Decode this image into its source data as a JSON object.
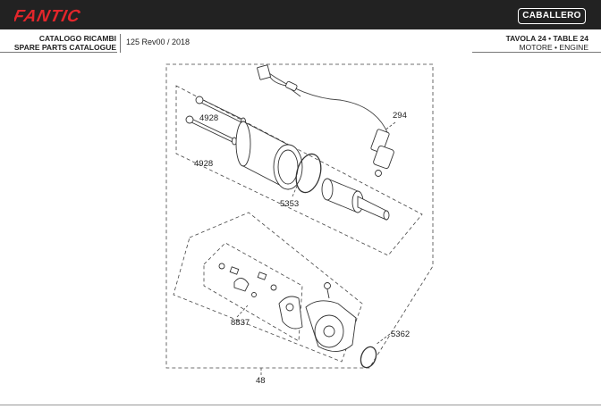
{
  "header": {
    "brand": "FANTIC",
    "brand_right": "CABALLERO",
    "catalog_it": "CATALOGO RICAMBI",
    "catalog_en": "SPARE PARTS CATALOGUE",
    "model_version": "125 Rev00 / 2018",
    "table_title": "TAVOLA 24 • TABLE 24",
    "section_title": "MOTORE • ENGINE"
  },
  "labels": {
    "l4928a": "4928",
    "l4928b": "4928",
    "l294": "294",
    "l5353": "5353",
    "l8837": "8837",
    "l5362": "5362",
    "l48": "48"
  },
  "colors": {
    "header_bg": "#222222",
    "logo_red": "#e3262b",
    "line": "#444444"
  }
}
